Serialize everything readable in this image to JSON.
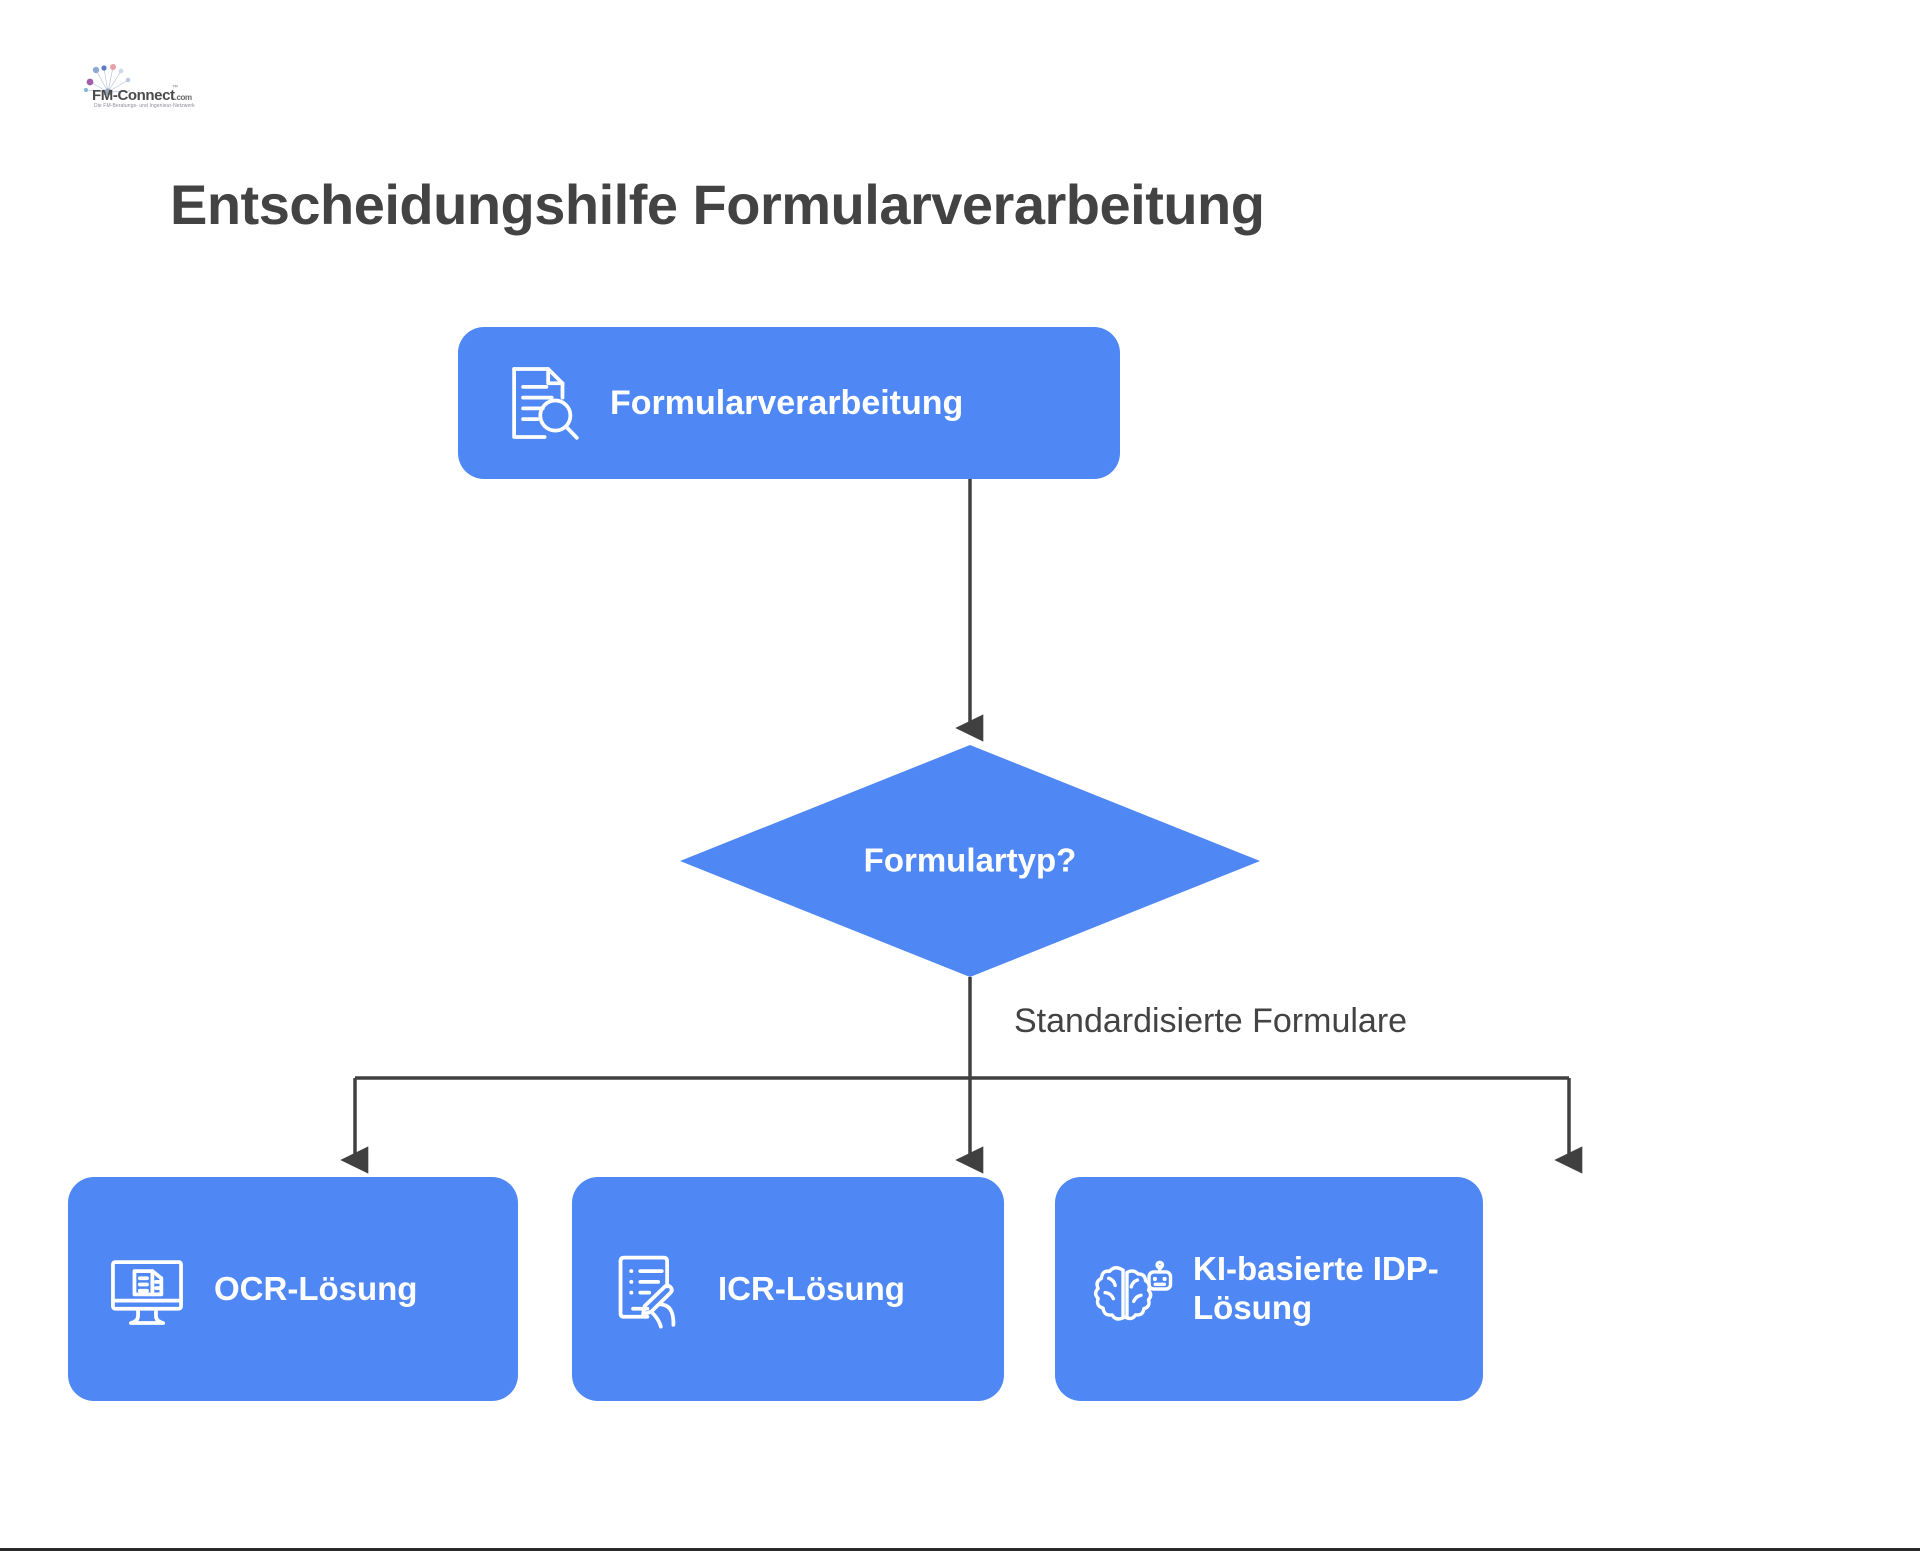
{
  "brand": {
    "name": "FM-Connect",
    "suffix": ".com",
    "trademark": "™",
    "tagline": "Die FM-Beratungs- und Ingenieur-Netzwerk",
    "logo_icon": "burst-sparkle-logo-icon"
  },
  "header": {
    "title": "Entscheidungshilfe Formularverarbeitung",
    "title_color": "#434343"
  },
  "theme": {
    "node_fill": "#4f88f5",
    "node_text": "#ffffff",
    "connector": "#404040",
    "background": "#ffffff"
  },
  "chart_data": {
    "type": "diagram",
    "diagram_kind": "flowchart",
    "title": "Entscheidungshilfe Formularverarbeitung",
    "orientation": "top-down",
    "nodes": [
      {
        "id": "root",
        "shape": "rounded-rect",
        "label": "Formularverarbeitung",
        "icon": "document-search-icon",
        "fill": "#4f88f5"
      },
      {
        "id": "decision",
        "shape": "diamond",
        "label": "Formulartyp?",
        "icon": null,
        "fill": "#4f88f5"
      },
      {
        "id": "ocr",
        "shape": "rounded-rect",
        "label": "OCR-Lösung",
        "icon": "monitor-document-icon",
        "fill": "#4f88f5"
      },
      {
        "id": "icr",
        "shape": "rounded-rect",
        "label": "ICR-Lösung",
        "icon": "handwriting-form-icon",
        "fill": "#4f88f5"
      },
      {
        "id": "idp",
        "shape": "rounded-rect",
        "label": "KI-basierte IDP-Lösung",
        "icon": "brain-robot-icon",
        "fill": "#4f88f5"
      }
    ],
    "edges": [
      {
        "from": "root",
        "to": "decision",
        "label": ""
      },
      {
        "from": "decision",
        "to": "ocr",
        "label": ""
      },
      {
        "from": "decision",
        "to": "icr",
        "label": "Standardisierte Formulare"
      },
      {
        "from": "decision",
        "to": "idp",
        "label": ""
      }
    ],
    "edge_labels": [
      "Standardisierte Formulare"
    ]
  }
}
